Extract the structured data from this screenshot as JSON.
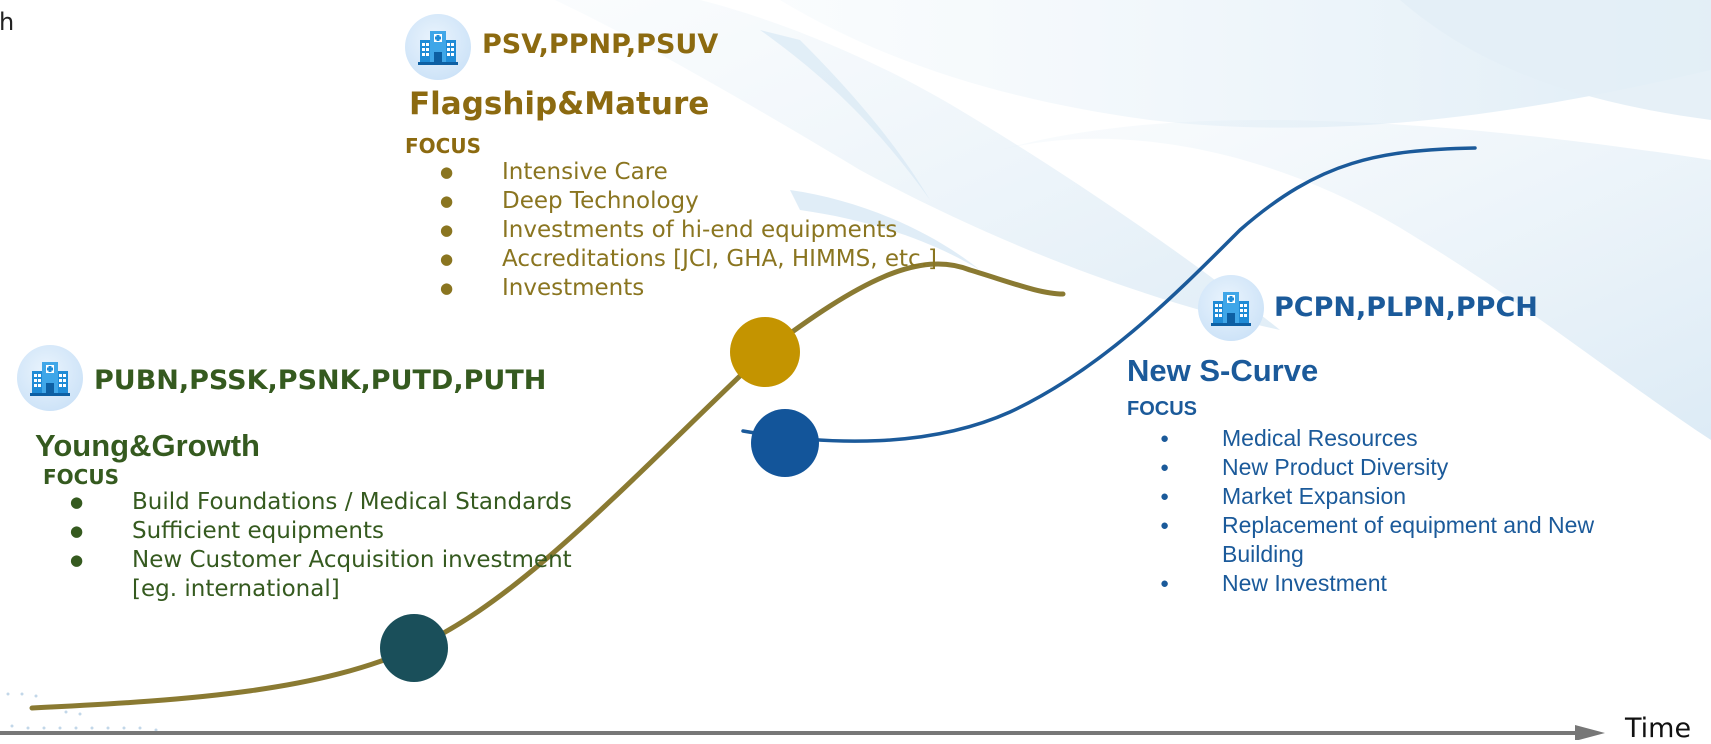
{
  "top_left_fragment": "h",
  "axis": {
    "label": "Time"
  },
  "stages": {
    "young": {
      "codes": "PUBN,PSSK,PSNK,PUTD,PUTH",
      "title": "Young&Growth",
      "focus_label": "FOCUS",
      "items": [
        "Build Foundations / Medical Standards",
        "Sufficient equipments",
        "New Customer Acquisition investment [eg. international]"
      ],
      "color": "#355a1f"
    },
    "flagship": {
      "codes": "PSV,PPNP,PSUV",
      "title": "Flagship&Mature",
      "focus_label": "FOCUS",
      "items": [
        "Intensive Care",
        "Deep Technology",
        "Investments of hi-end equipments",
        "Accreditations [JCI, GHA, HIMMS, etc.]",
        "Investments"
      ],
      "color": "#8c6a10"
    },
    "new_s_curve": {
      "codes": "PCPN,PLPN,PPCH",
      "title": "New S-Curve",
      "focus_label": "FOCUS",
      "items": [
        "Medical Resources",
        "New Product Diversity",
        "Market Expansion",
        "Replacement of equipment and New Building",
        "New Investment"
      ],
      "color": "#1b5a9a"
    }
  },
  "curve_colors": {
    "primary_curve": "#8a7a32",
    "new_curve": "#1b5a9a"
  },
  "marker_colors": {
    "young": "#1a4f5a",
    "flagship": "#c49400",
    "new_s_curve": "#13559a"
  },
  "icons": {
    "stage_icon": "hospital-building-icon",
    "axis_end": "arrow-right-icon"
  }
}
